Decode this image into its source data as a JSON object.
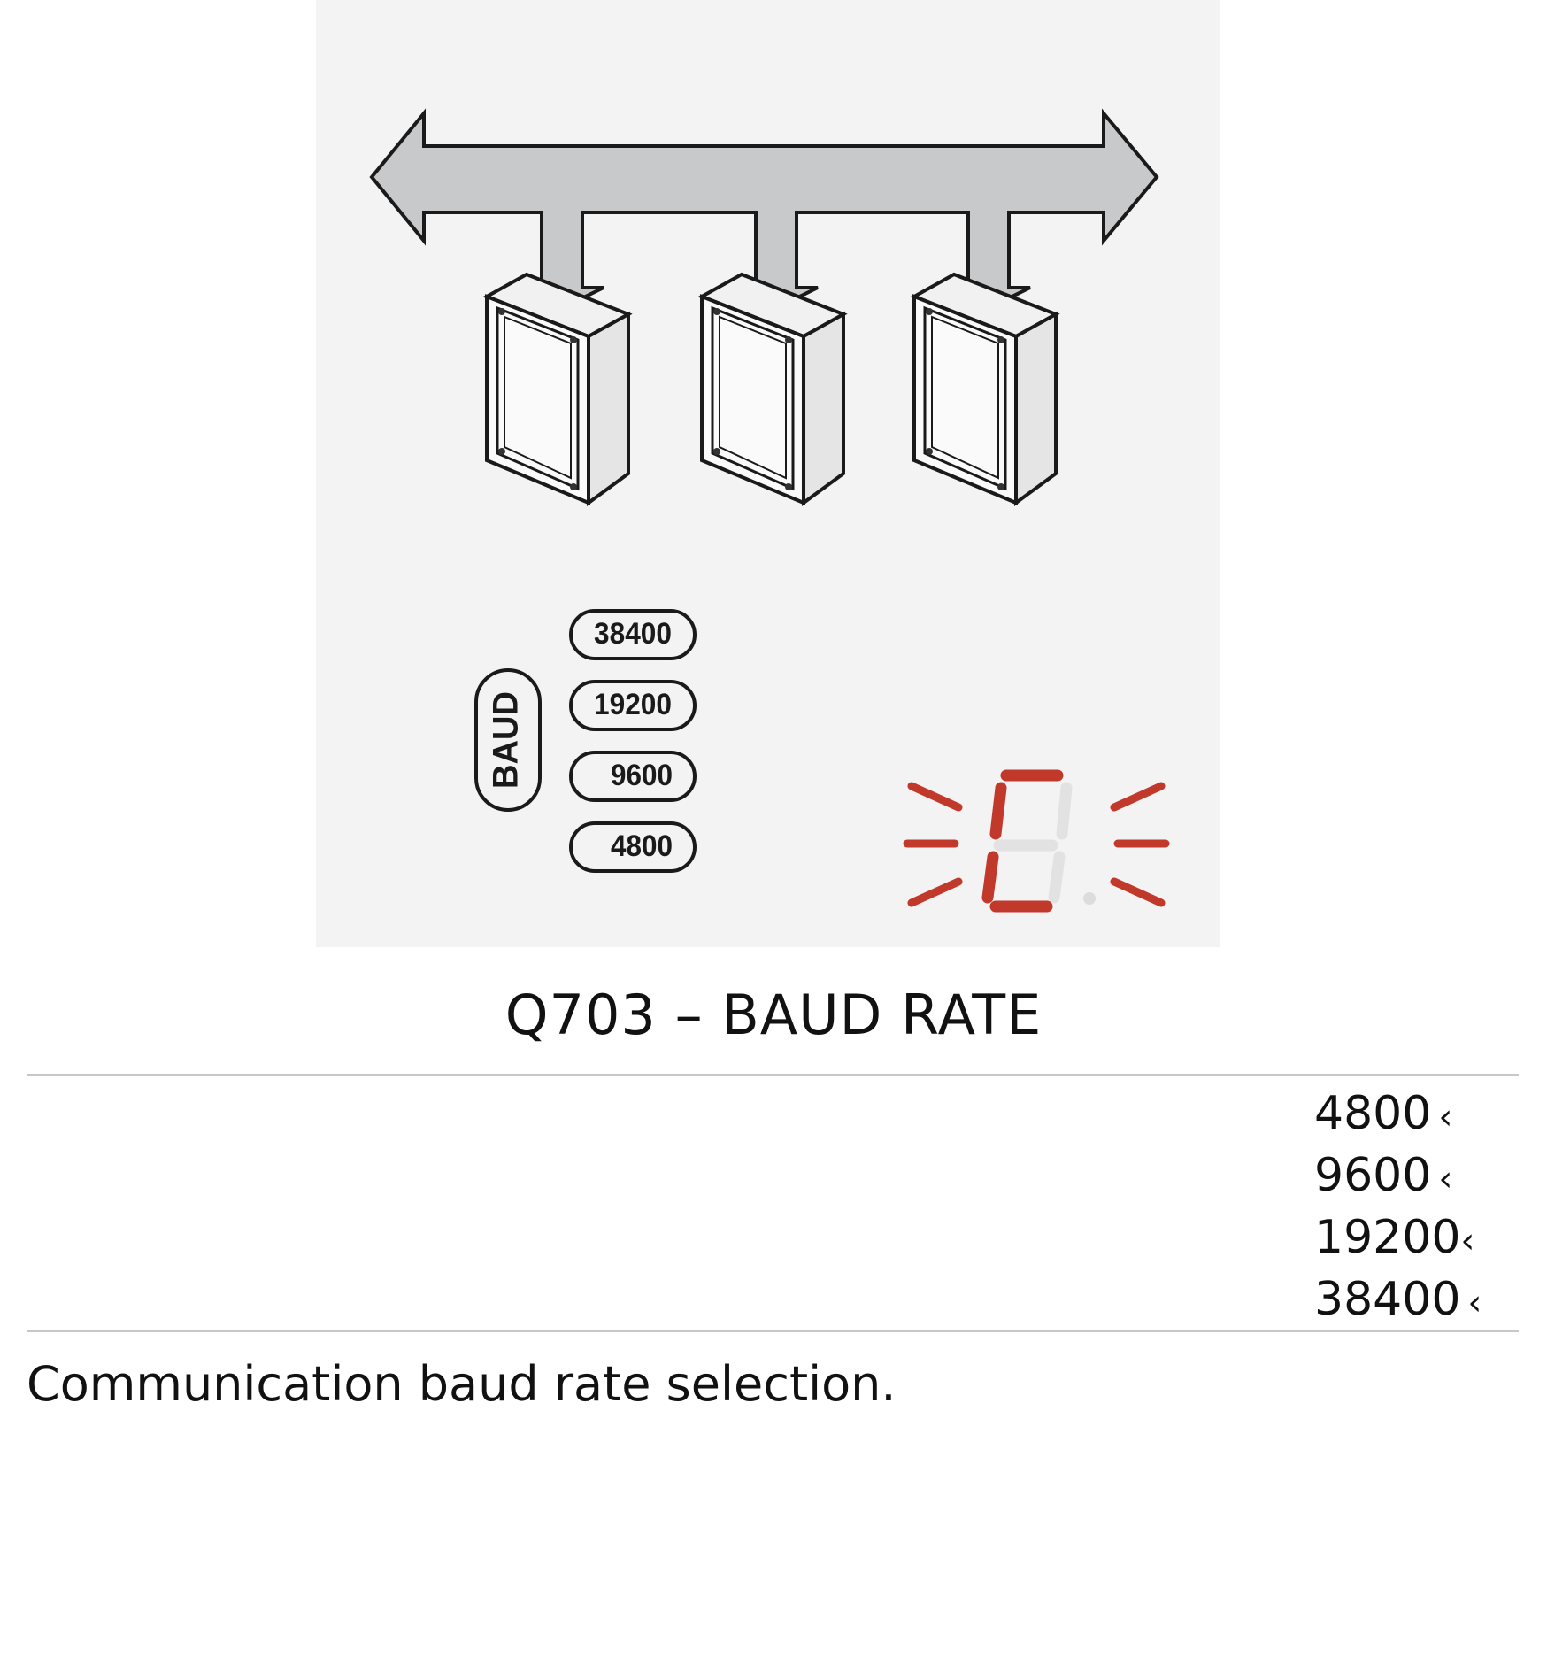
{
  "figure": {
    "baud_label": "BAUD",
    "baud_buttons": [
      "38400",
      "19200",
      "9600",
      "4800"
    ],
    "display_digit_color": "#c0392b",
    "bus_arrow_color": "#c8c9cb"
  },
  "title": "Q703 – BAUD RATE",
  "options": [
    {
      "value": "4800",
      "marker": "‹"
    },
    {
      "value": "9600",
      "marker": "‹"
    },
    {
      "value": "19200",
      "marker": "‹"
    },
    {
      "value": "38400",
      "marker": "‹"
    }
  ],
  "description": "Communication baud rate selection."
}
